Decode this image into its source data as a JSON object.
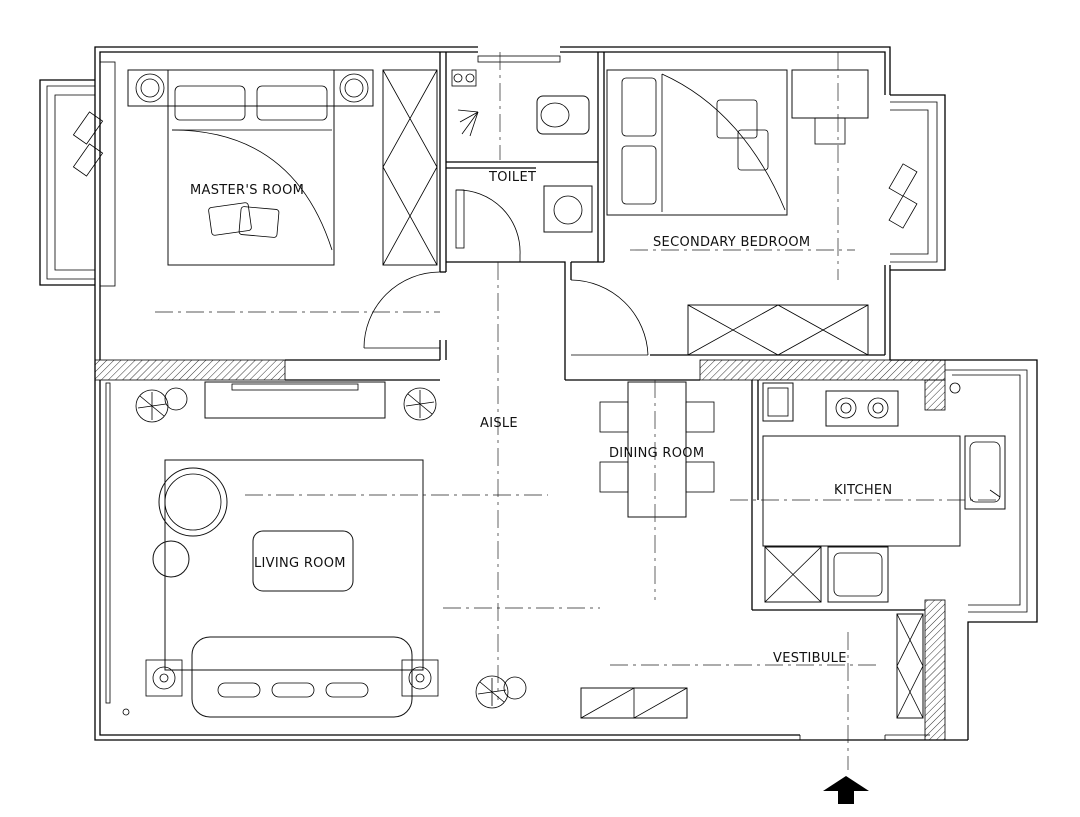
{
  "rooms": {
    "master": "MASTER'S ROOM",
    "toilet": "TOILET",
    "secondary": "SECONDARY BEDROOM",
    "aisle": "AISLE",
    "dining": "DINING ROOM",
    "kitchen": "KITCHEN",
    "living": "LIVING ROOM",
    "vestibule": "VESTIBULE"
  },
  "icons": {
    "entrance": "entrance-arrow-icon",
    "plants": "plant-icon",
    "lamps": "lamp-icon",
    "stove": "stove-icon",
    "sink": "sink-icon"
  }
}
